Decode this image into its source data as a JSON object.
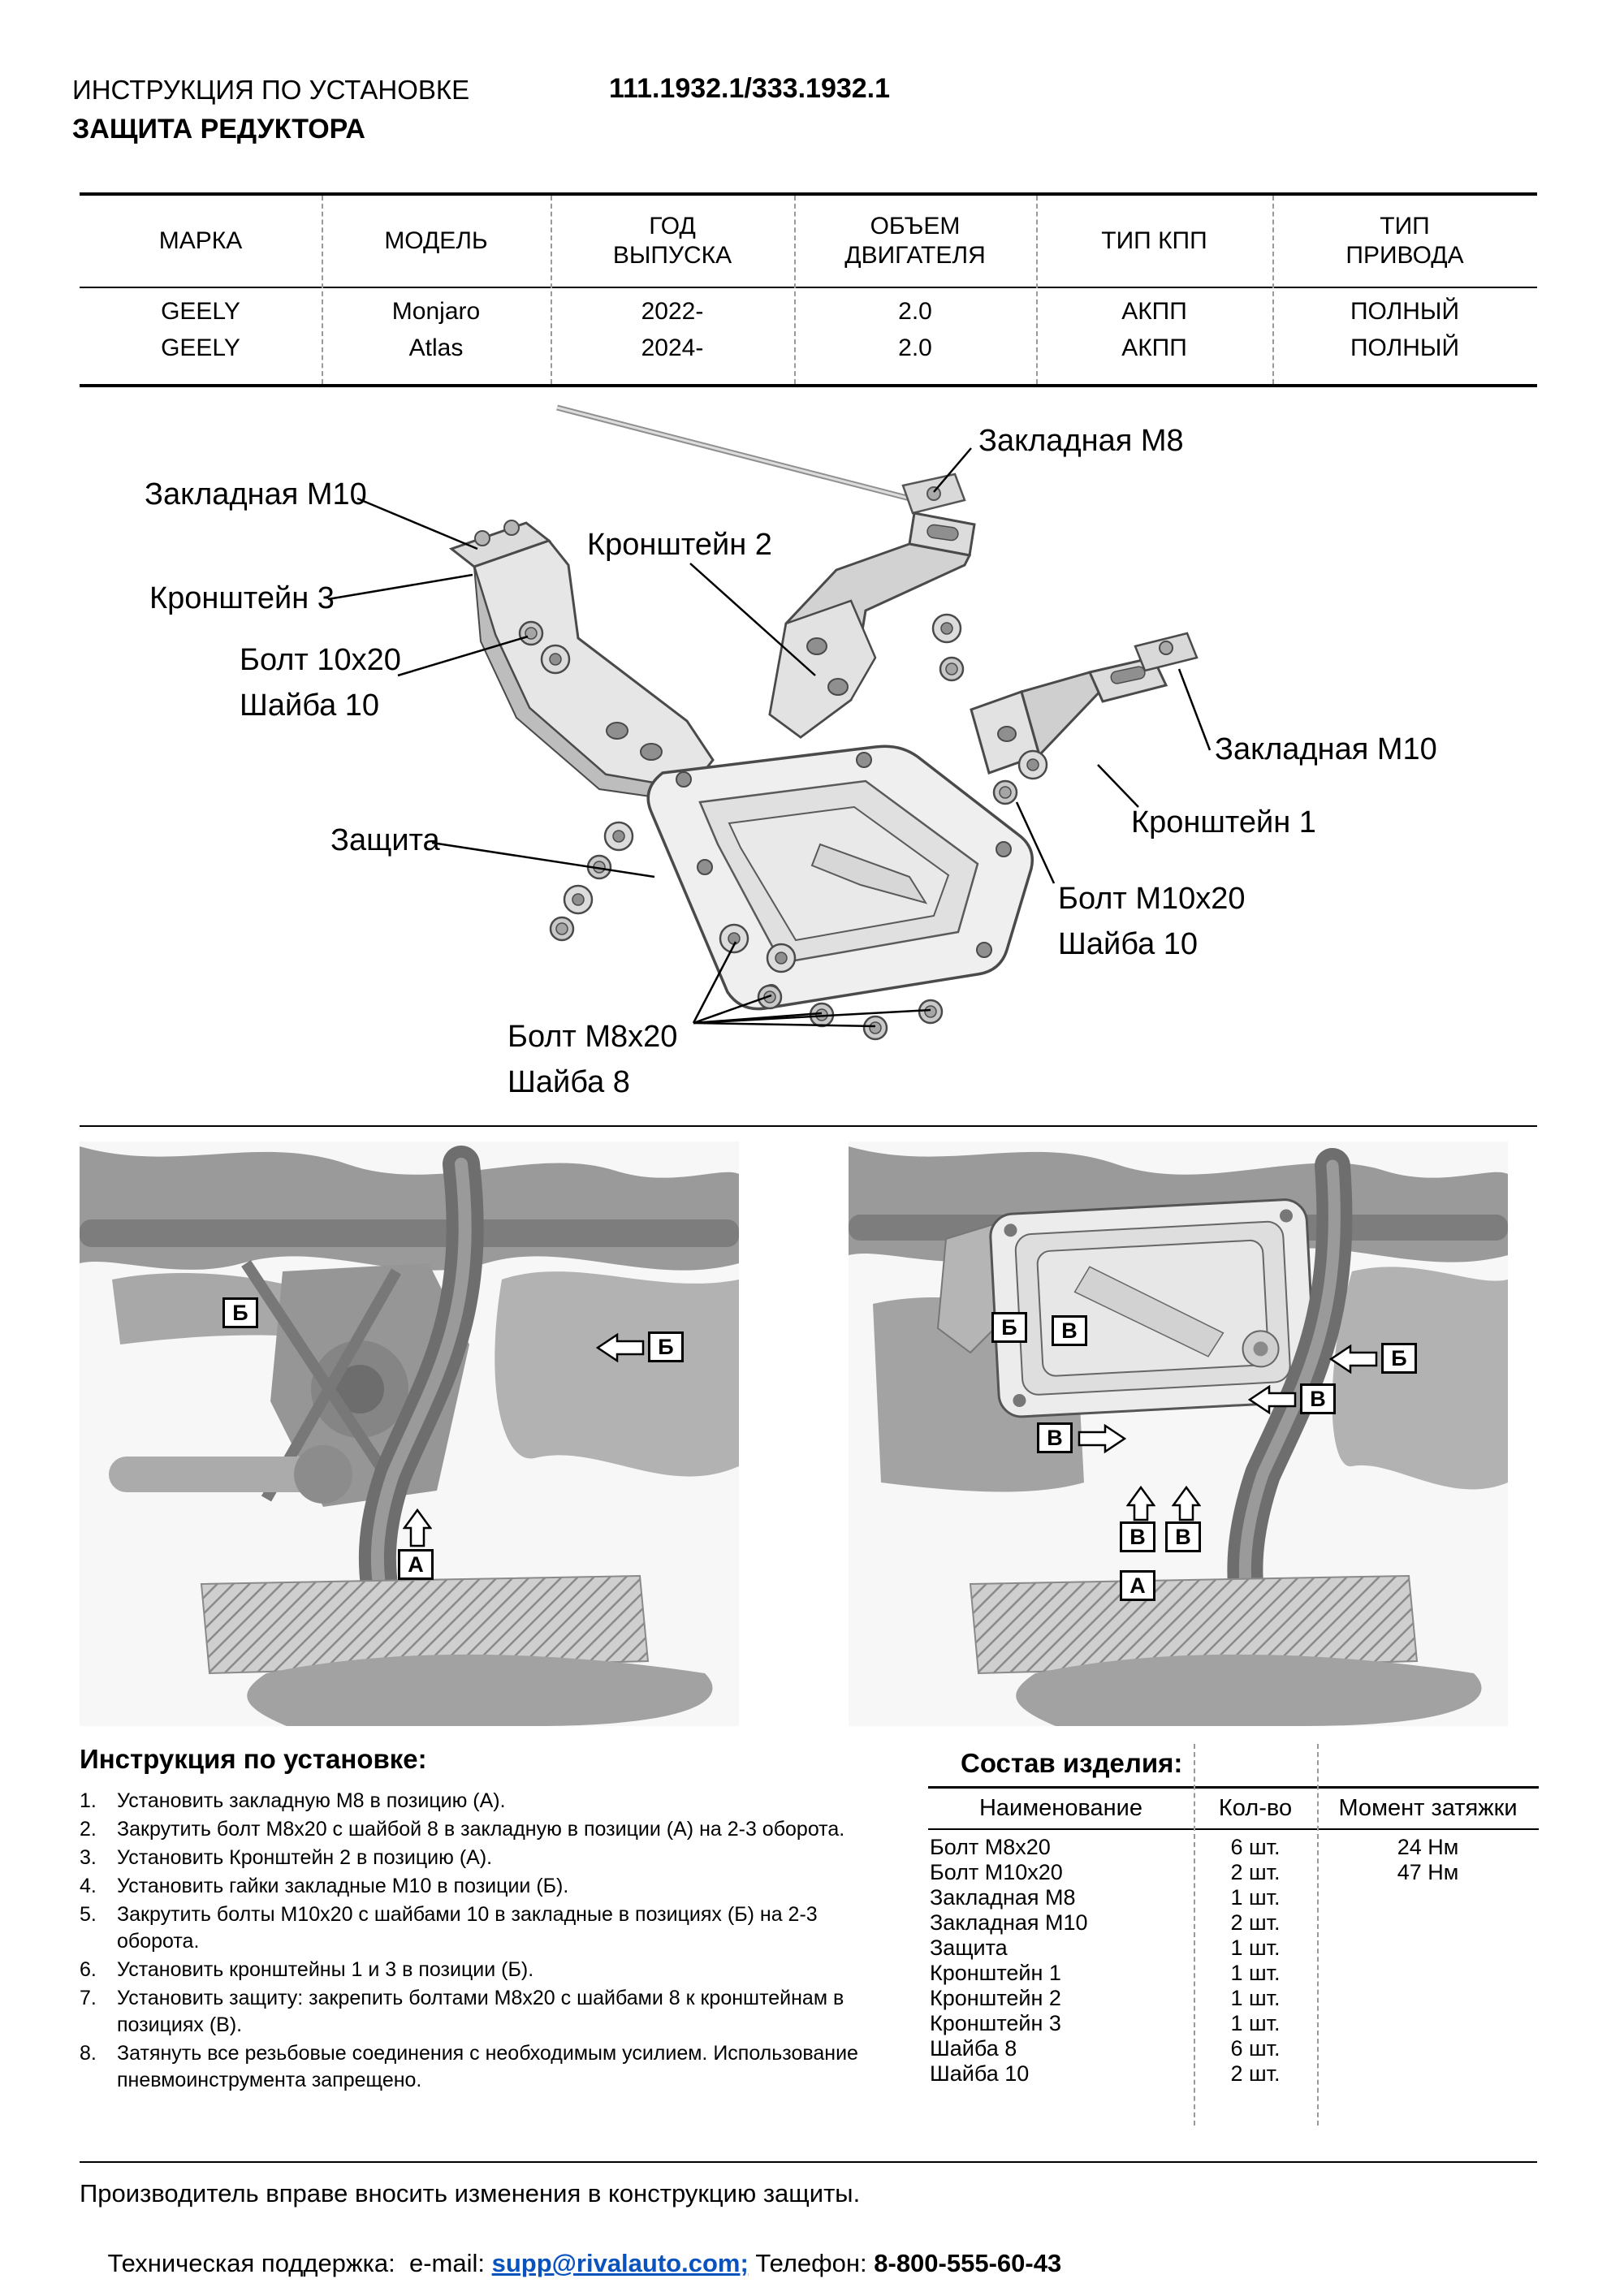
{
  "header": {
    "doc_type": "ИНСТРУКЦИЯ ПО УСТАНОВКЕ",
    "part_number": "111.1932.1/333.1932.1",
    "product_title": "ЗАЩИТА РЕДУКТОРА"
  },
  "vehicle_table": {
    "headers": [
      "МАРКА",
      "МОДЕЛЬ",
      "ГОД\nВЫПУСКА",
      "ОБЪЕМ\nДВИГАТЕЛЯ",
      "ТИП КПП",
      "ТИП\nПРИВОДА"
    ],
    "rows": [
      [
        "GEELY",
        "Monjaro",
        "2022-",
        "2.0",
        "АКПП",
        "ПОЛНЫЙ"
      ],
      [
        "GEELY",
        "Atlas",
        "2024-",
        "2.0",
        "АКПП",
        "ПОЛНЫЙ"
      ]
    ]
  },
  "diagram": {
    "labels": {
      "zakladnaya_m8": "Закладная М8",
      "zakladnaya_m10_left": "Закладная М10",
      "kronshtein_2": "Кронштейн 2",
      "kronshtein_3": "Кронштейн 3",
      "bolt_10x20": "Болт 10х20",
      "shayba_10_left": "Шайба 10",
      "zakladnaya_m10_right": "Закладная М10",
      "kronshtein_1": "Кронштейн 1",
      "zashchita": "Защита",
      "bolt_m10x20": "Болт М10х20",
      "shayba_10_right": "Шайба 10",
      "bolt_m8x20": "Болт М8х20",
      "shayba_8": "Шайба 8"
    }
  },
  "markers": {
    "a": "А",
    "b": "Б",
    "v": "В"
  },
  "instructions": {
    "title": "Инструкция по установке:",
    "steps": [
      {
        "num": "1.",
        "text": "Установить закладную М8 в позицию (А)."
      },
      {
        "num": "2.",
        "text": "Закрутить болт М8х20 с шайбой 8 в закладную в позиции (А) на 2-3 оборота."
      },
      {
        "num": "3.",
        "text": "Установить Кронштейн 2 в позицию (А)."
      },
      {
        "num": "4.",
        "text": "Установить гайки закладные М10 в позиции (Б)."
      },
      {
        "num": "5.",
        "text": "Закрутить болты М10х20 с шайбами 10 в закладные в позициях (Б) на 2-3 оборота."
      },
      {
        "num": "6.",
        "text": "Установить кронштейны 1 и 3 в позиции (Б)."
      },
      {
        "num": "7.",
        "text": "Установить защиту: закрепить болтами М8х20 с шайбами 8 к кронштейнам в позициях (В)."
      },
      {
        "num": "8.",
        "text": "Затянуть все резьбовые соединения с необходимым усилием. Использование пневмоинструмента запрещено."
      }
    ]
  },
  "parts_table": {
    "title": "Состав изделия:",
    "headers": [
      "Наименование",
      "Кол-во",
      "Момент затяжки"
    ],
    "rows": [
      {
        "name": "Болт М8х20",
        "qty": "6 шт.",
        "torque": "24 Нм"
      },
      {
        "name": "Болт М10х20",
        "qty": "2 шт.",
        "torque": "47 Нм"
      },
      {
        "name": "Закладная М8",
        "qty": "1 шт.",
        "torque": ""
      },
      {
        "name": "Закладная М10",
        "qty": "2 шт.",
        "torque": ""
      },
      {
        "name": "Защита",
        "qty": "1 шт.",
        "torque": ""
      },
      {
        "name": "Кронштейн 1",
        "qty": "1 шт.",
        "torque": ""
      },
      {
        "name": "Кронштейн 2",
        "qty": "1 шт.",
        "torque": ""
      },
      {
        "name": "Кронштейн 3",
        "qty": "1 шт.",
        "torque": ""
      },
      {
        "name": "Шайба 8",
        "qty": "6 шт.",
        "torque": ""
      },
      {
        "name": "Шайба 10",
        "qty": "2 шт.",
        "torque": ""
      }
    ]
  },
  "footer": {
    "disclaimer": "Производитель вправе вносить изменения в конструкцию защиты.",
    "support_prefix": "Техническая поддержка:  e-mail: ",
    "email": "supp@rivalauto.com;",
    "phone_label": " Телефон: ",
    "phone": "8-800-555-60-43",
    "link_color": "#0a53be"
  }
}
